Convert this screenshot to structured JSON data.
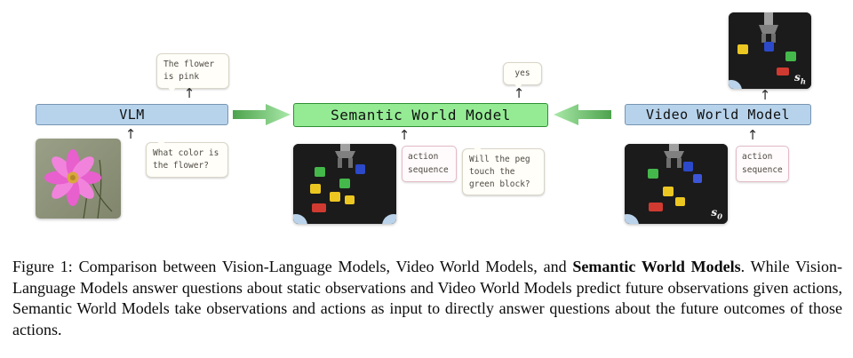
{
  "diagram": {
    "up_arrow": "↑",
    "vlm": {
      "label": "VLM",
      "answer": "The flower is pink",
      "question": "What color is the flower?"
    },
    "swm": {
      "label": "Semantic World Model",
      "answer": "yes",
      "action_sequence": "action sequence",
      "question": "Will the peg touch the green block?"
    },
    "vwm": {
      "label": "Video World Model",
      "action_sequence": "action sequence",
      "future_state": {
        "base": "s",
        "sub": "h"
      },
      "initial_state": {
        "base": "s",
        "sub": "0"
      }
    },
    "colors": {
      "model_box_blue": "#b7d3eb",
      "model_box_green": "#94eb94",
      "flow_arrow_dark_green": "#4da24d",
      "flow_arrow_light_green": "#a9e9a9"
    }
  },
  "caption": {
    "label": "Figure 1:",
    "text_before_bold": "Comparison between Vision-Language Models, Video World Models, and",
    "bold_text": "Semantic World Models",
    "text_after_bold": ". While Vision-Language Models answer questions about static observations and Video World Models predict future observations given actions, Semantic World Models take observations and actions as input to directly answer questions about the future outcomes of those actions."
  }
}
